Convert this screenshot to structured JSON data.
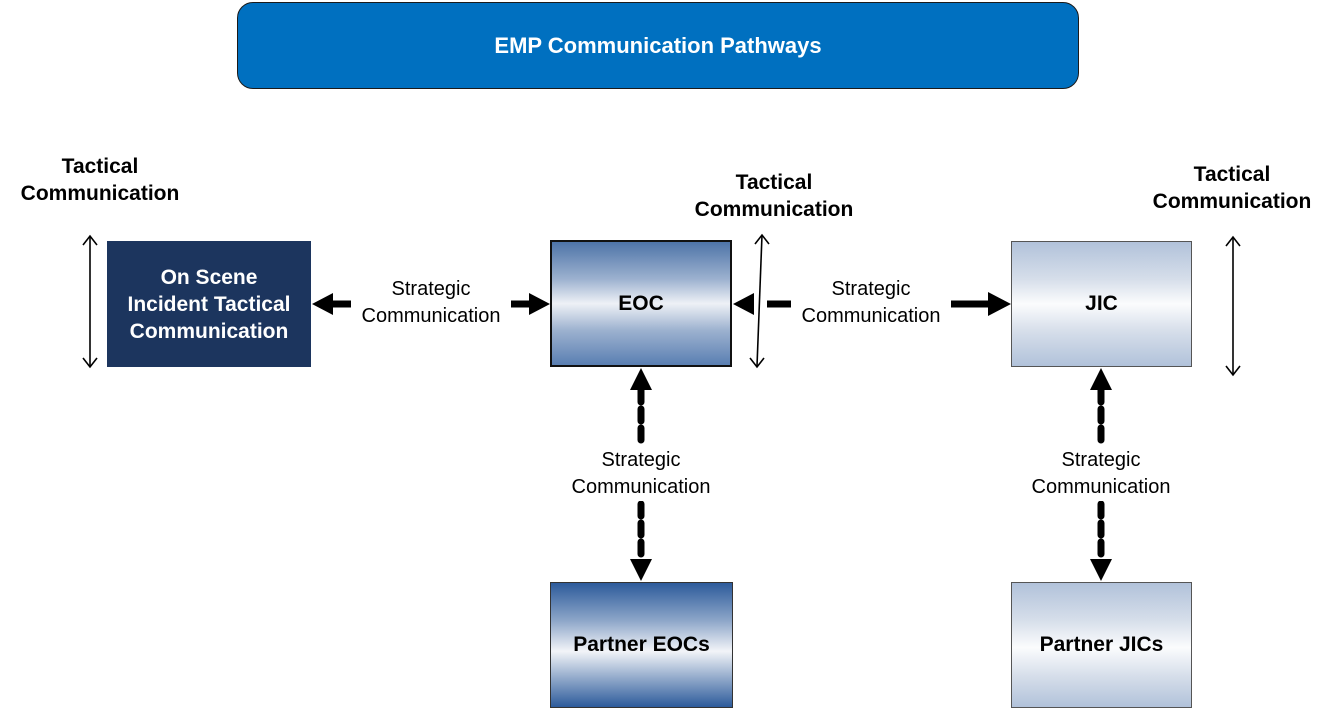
{
  "title": "EMP Communication Pathways",
  "tactical_labels": [
    {
      "line1": "Tactical",
      "line2": "Communication"
    },
    {
      "line1": "Tactical",
      "line2": "Communication"
    },
    {
      "line1": "Tactical",
      "line2": "Communication"
    }
  ],
  "nodes": {
    "on_scene": {
      "line1": "On Scene",
      "line2": "Incident Tactical",
      "line3": "Communication"
    },
    "eoc": {
      "label": "EOC"
    },
    "jic": {
      "label": "JIC"
    },
    "partner_eocs": {
      "label": "Partner EOCs"
    },
    "partner_jics": {
      "label": "Partner JICs"
    }
  },
  "edges": [
    {
      "from": "eoc",
      "to": "on_scene",
      "style": "solid",
      "line1": "Strategic",
      "line2": "Communication"
    },
    {
      "from": "eoc",
      "to": "jic",
      "style": "solid",
      "line1": "Strategic",
      "line2": "Communication"
    },
    {
      "from": "eoc",
      "to": "partner_eocs",
      "style": "dashed",
      "line1": "Strategic",
      "line2": "Communication"
    },
    {
      "from": "jic",
      "to": "partner_jics",
      "style": "dashed",
      "line1": "Strategic",
      "line2": "Communication"
    }
  ],
  "colors": {
    "banner": "#0070C0",
    "on_scene": "#1C355E",
    "eoc": "#4E74A8",
    "jic": "#B1C2DA",
    "partner_eocs": "#2D5B9B"
  }
}
